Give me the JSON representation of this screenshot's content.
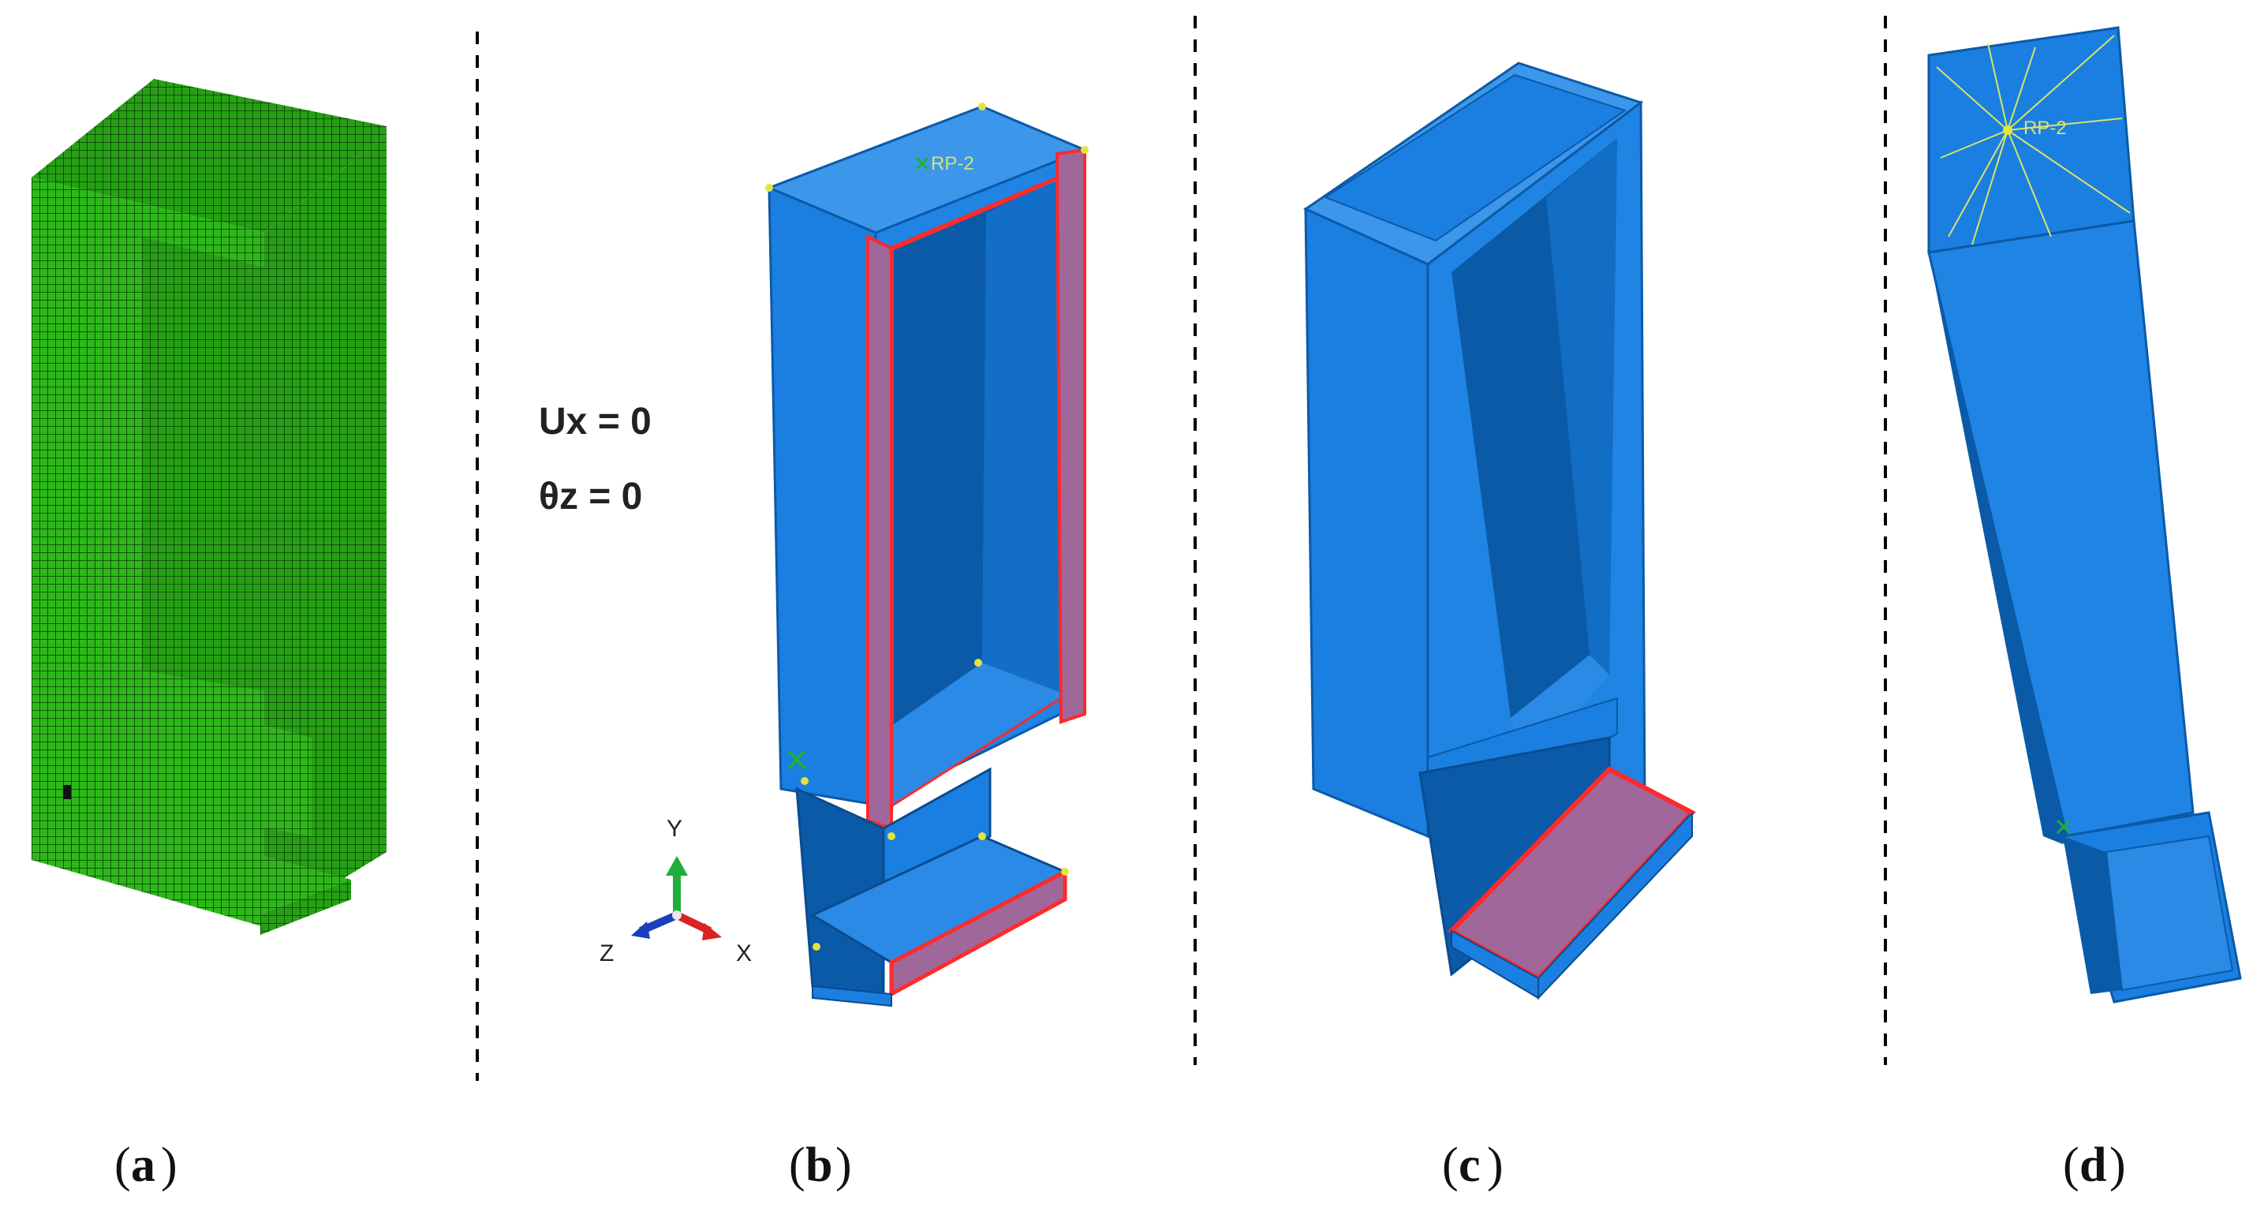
{
  "panels": [
    {
      "id": "a",
      "label": "a"
    },
    {
      "id": "b",
      "label": "b"
    },
    {
      "id": "c",
      "label": "c"
    },
    {
      "id": "d",
      "label": "d"
    }
  ],
  "boundary_conditions": {
    "line1": "Ux = 0",
    "line2": "θz = 0"
  },
  "reference_points": {
    "b": "RP-2",
    "d": "RP-2"
  },
  "axis_triad": {
    "y": "Y",
    "z": "Z",
    "x": "X"
  },
  "colors": {
    "mesh_green": "#2eb81a",
    "mesh_line": "#0b3d06",
    "part_blue": "#1a7fe0",
    "part_blue_dark": "#0b5aa8",
    "part_blue_light": "#3c96ea",
    "highlight_red": "#ff2a2a",
    "highlight_fill": "#a0679a",
    "divider": "#000000"
  }
}
